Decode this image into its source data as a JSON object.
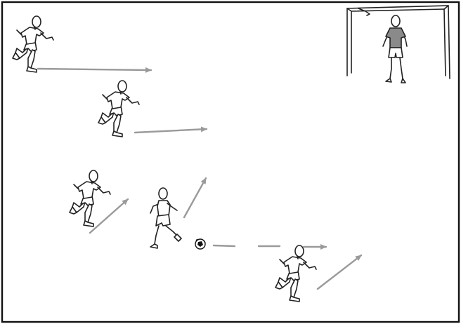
{
  "colors": {
    "border": "#111111",
    "arrow": "#9a9a9a",
    "goalkeeper_shirt": "#8a8a8a",
    "player_fill": "#ffffff",
    "outline": "#222222"
  },
  "elements": {
    "players": [
      "runner",
      "runner",
      "runner",
      "kicker",
      "runner"
    ],
    "goalkeeper": "goalkeeper",
    "ball": "soccer-ball",
    "goal": "goal-frame"
  }
}
